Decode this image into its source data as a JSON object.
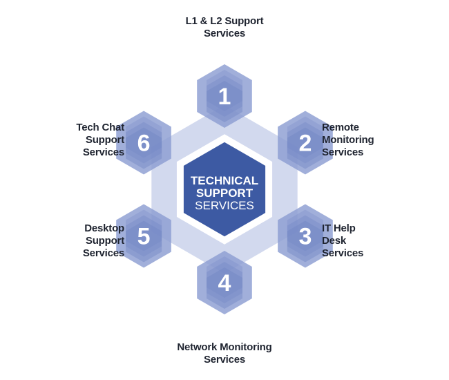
{
  "colors": {
    "hex_fill": "#8c9ed2",
    "hex_stack": "#7286c4",
    "ring_fill": "#c3cce8",
    "core_fill": "#3d5aa3",
    "text_dark": "#1f2430"
  },
  "center": {
    "line1": "TECHNICAL",
    "line2": "SUPPORT",
    "line3": "SERVICES"
  },
  "nodes": [
    {
      "number": "1",
      "label_lines": [
        "L1 & L2 Support",
        "Services"
      ]
    },
    {
      "number": "2",
      "label_lines": [
        "Remote",
        "Monitoring",
        "Services"
      ]
    },
    {
      "number": "3",
      "label_lines": [
        "IT Help",
        "Desk",
        "Services"
      ]
    },
    {
      "number": "4",
      "label_lines": [
        "Network Monitoring",
        "Services"
      ]
    },
    {
      "number": "5",
      "label_lines": [
        "Desktop",
        "Support",
        "Services"
      ]
    },
    {
      "number": "6",
      "label_lines": [
        "Tech Chat",
        "Support",
        "Services"
      ]
    }
  ]
}
